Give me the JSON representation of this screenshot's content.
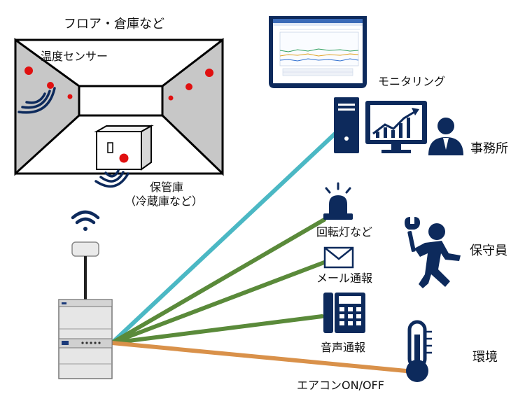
{
  "floor": {
    "title": "フロア・倉庫など",
    "sensor_label": "温度センサー",
    "storage_label_1": "保管庫",
    "storage_label_2": "（冷蔵庫など）"
  },
  "office": {
    "monitoring_label": "モニタリング",
    "office_label": "事務所"
  },
  "alerts": {
    "light_label": "回転灯など",
    "mail_label": "メール通報",
    "voice_label": "音声通報",
    "maintenance_label": "保守員"
  },
  "environment": {
    "aircon_label": "エアコンON/OFF",
    "env_label": "環境"
  },
  "colors": {
    "monitoring_line": "#4bb8c4",
    "alert_line": "#5a8a3a",
    "aircon_line": "#d9914a",
    "sensor_dot": "#e01010",
    "icon_navy": "#0d2a5c",
    "wall_gray": "#c7c7c7"
  }
}
